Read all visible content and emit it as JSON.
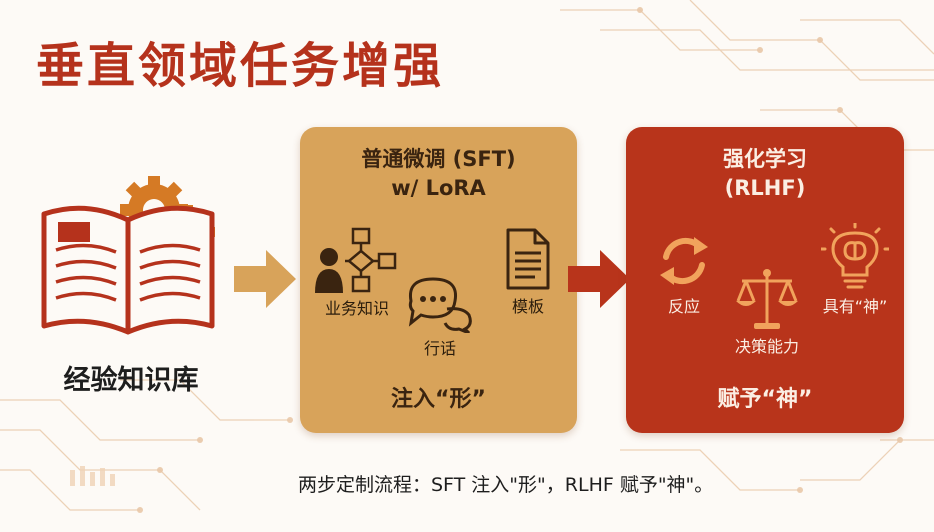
{
  "title": "垂直领域任务增强",
  "knowledge_base": {
    "label": "经验知识库",
    "icon": "book-with-gears-icon"
  },
  "sft_stage": {
    "title_line1": "普通微调 (SFT)",
    "title_line2": "w/ LoRA",
    "items": [
      {
        "label": "业务知识",
        "icon": "person-flowchart-icon"
      },
      {
        "label": "行话",
        "icon": "chat-bubbles-icon"
      },
      {
        "label": "模板",
        "icon": "document-icon"
      }
    ],
    "footer": "注入“形”",
    "color": "#d8a35a"
  },
  "rlhf_stage": {
    "title_line1": "强化学习",
    "title_line2": "(RLHF)",
    "items": [
      {
        "label": "反应",
        "icon": "refresh-cycle-icon"
      },
      {
        "label": "决策能力",
        "icon": "balance-scale-icon"
      },
      {
        "label": "具有“神”",
        "icon": "lightbulb-brain-icon"
      }
    ],
    "footer": "赋予“神”",
    "color": "#b8341b"
  },
  "caption": "两步定制流程：SFT 注入\"形\"，RLHF 赋予\"神\"。",
  "colors": {
    "title": "#b5321c",
    "arrow_light": "#d8a35a",
    "arrow_dark": "#b8341b"
  }
}
